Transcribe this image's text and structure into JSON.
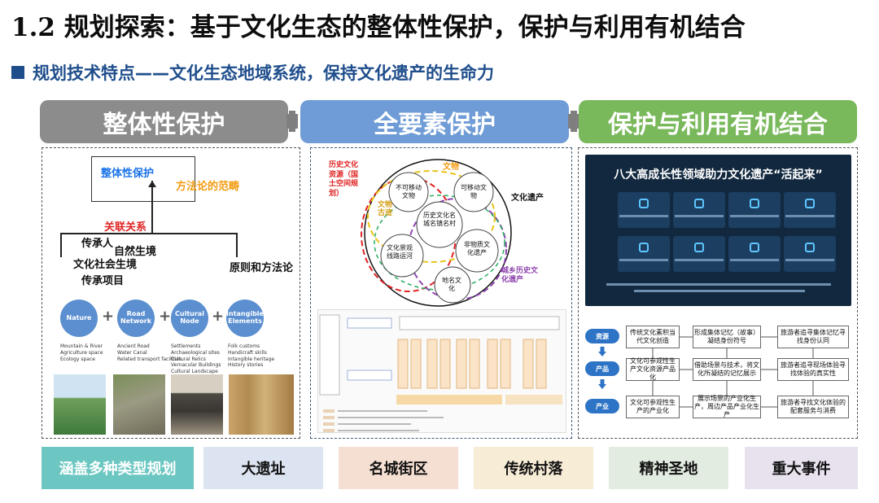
{
  "title": "1.2 规划探索：基于文化生态的整体性保护，保护与利用有机结合",
  "subtitle": "规划技术特点——文化生态地域系统，保持文化遗产的生命力",
  "headers": [
    "整体性保护",
    "全要素保护",
    "保护与利用有机结合"
  ],
  "panel1": {
    "box_label": "整体性保护",
    "methodology": "方法论的范畴",
    "relation": "关联关系",
    "items": [
      "传承人",
      "自然生境",
      "文化社会生境",
      "传承项目"
    ],
    "principle": "原则和方法论",
    "circles": [
      "Nature",
      "Road Network",
      "Cultural Node",
      "Intangible Elements"
    ],
    "bullets": [
      [
        "Mountain & River",
        "Agriculture space",
        "Ecology space"
      ],
      [
        "Ancient Road",
        "Water Canal",
        "Related transport facilities"
      ],
      [
        "Settlements",
        "Archaeological sites",
        "Cultural Relics",
        "Vernacular Buildings",
        "Cultural Landscape"
      ],
      [
        "Folk customs",
        "Handicraft skills",
        "Intangible heritage",
        "History stories"
      ]
    ]
  },
  "panel2": {
    "label_history": "历史文化资源（国土空间规划）",
    "label_relics": "文物",
    "label_relics_sub": "文物古迹",
    "label_heritage": "文化遗产",
    "label_rural": "城乡历史文化遗产",
    "circle_immovable": "不可移动文物",
    "circle_movable": "可移动文物",
    "circle_city": "历史文化名城名镇名村",
    "circle_landscape": "文化景观线路运河",
    "circle_intangible": "非物质文化遗产",
    "circle_famous": "地名文化"
  },
  "panel3": {
    "dark_title": "八大高成长性领域助力文化遗产“活起来”",
    "stages": [
      "资源",
      "产品",
      "产业"
    ],
    "col1": [
      "传统文化素积当代文化创造",
      "文化可参观性生产文化资源产品化",
      "文化可参观性生产的产业化"
    ],
    "col2": [
      "形成集体记忆（故事）凝结身份符号",
      "借助场景与技术，将文化所凝结的记忆展示",
      "展示场景的产业化生产，周边产品产业化生产"
    ],
    "col3": [
      "旅游者追寻集体记忆寻找身份认同",
      "旅游者追寻现场体验寻找体验的真实性",
      "旅游者寻找文化体验的配套服务与消费"
    ]
  },
  "bottom": [
    "涵盖多种类型规划",
    "大遗址",
    "名城街区",
    "传统村落",
    "精神圣地",
    "重大事件"
  ],
  "colors": {
    "header_gray": "#8c8c8c",
    "header_blue": "#6f9cd6",
    "header_green": "#79b85b",
    "accent_blue": "#1f4e8c"
  }
}
